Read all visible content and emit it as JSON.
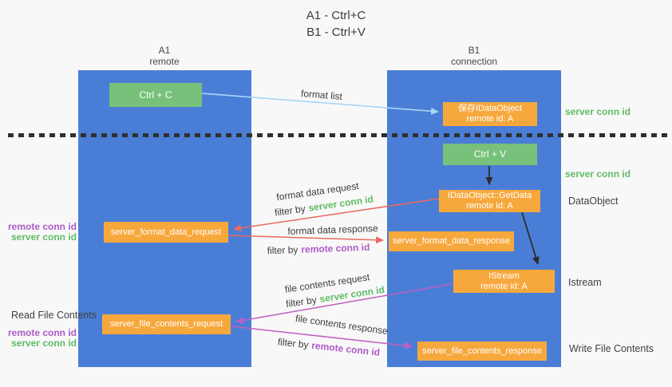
{
  "title": {
    "line1": "A1 - Ctrl+C",
    "line2": "B1 - Ctrl+V"
  },
  "lanes": {
    "a1": {
      "name": "A1",
      "subtitle": "remote"
    },
    "b1": {
      "name": "B1",
      "subtitle": "connection"
    }
  },
  "nodes": {
    "ctrl_c": {
      "label": "Ctrl + C"
    },
    "save_idataobject": {
      "line1": "保存IDataObject",
      "line2": "remote id: A"
    },
    "ctrl_v": {
      "label": "Ctrl + V"
    },
    "getdata": {
      "line1": "IDataObject::GetData",
      "line2": "remote id: A"
    },
    "server_format_data_request": {
      "label": "server_format_data_request"
    },
    "server_format_data_response": {
      "label": "server_format_data_response"
    },
    "istream": {
      "line1": "IStream",
      "line2": "remote id: A"
    },
    "server_file_contents_request": {
      "label": "server_file_contents_request"
    },
    "server_file_contents_response": {
      "label": "server_file_contents_response"
    }
  },
  "edge_labels": {
    "format_list": "format list",
    "format_data_request": "format data request",
    "format_data_request_filter_prefix": "filter by",
    "format_data_request_filter_key": "server conn id",
    "format_data_response": "format data response",
    "format_data_response_filter_prefix": "filter by",
    "format_data_response_filter_key": "remote conn id",
    "file_contents_request": "file contents request",
    "file_contents_request_filter_prefix": "filter by",
    "file_contents_request_filter_key": "server conn id",
    "file_contents_response": "file contents response",
    "file_contents_response_filter_prefix": "filter by",
    "file_contents_response_filter_key": "remote conn id"
  },
  "side_labels": {
    "right_server_conn_id_top": "server conn id",
    "right_server_conn_id_mid": "server conn id",
    "right_dataobject": "DataObject",
    "right_istream": "Istream",
    "right_write_file_contents": "Write File Contents",
    "left_remote_conn_id_1": "remote conn id",
    "left_server_conn_id_1": "server conn id",
    "left_read_file_contents": "Read File Contents",
    "left_remote_conn_id_2": "remote conn id",
    "left_server_conn_id_2": "server conn id"
  },
  "colors": {
    "lane_blue": "#4a7ed6",
    "box_green": "#77c17a",
    "box_orange": "#f7a83d",
    "green_text": "#5fbc66",
    "purple_text": "#ad5bc6",
    "arrow_light_blue": "#a9d5f5",
    "arrow_red": "#e96a5f",
    "arrow_magenta": "#bf5fc4",
    "arrow_black": "#2b2b2b"
  }
}
